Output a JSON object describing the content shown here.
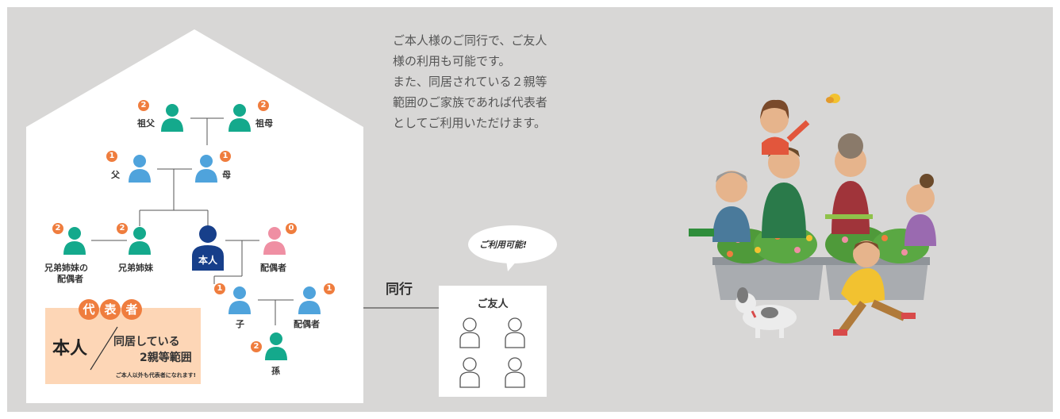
{
  "description": {
    "lines": [
      "ご本人様のご同行で、ご友人",
      "様の利用も可能です。",
      "また、同居されている２親等",
      "範囲のご家族であれば代表者",
      "としてご利用いただけます。"
    ]
  },
  "family": {
    "grandfather": {
      "label": "祖父",
      "degree": "2"
    },
    "grandmother": {
      "label": "祖母",
      "degree": "2"
    },
    "father": {
      "label": "父",
      "degree": "1"
    },
    "mother": {
      "label": "母",
      "degree": "1"
    },
    "sibling_spouse": {
      "label_line1": "兄弟姉妹の",
      "label_line2": "配偶者",
      "degree": "2"
    },
    "sibling": {
      "label": "兄弟姉妹",
      "degree": "2"
    },
    "self": {
      "label": "本人"
    },
    "spouse": {
      "label": "配偶者",
      "degree": "0"
    },
    "child": {
      "label": "子",
      "degree": "1"
    },
    "child_spouse": {
      "label": "配偶者",
      "degree": "1"
    },
    "grandchild": {
      "label": "孫",
      "degree": "2"
    }
  },
  "representative": {
    "title_chars": [
      "代",
      "表",
      "者"
    ],
    "main": "本人",
    "sub_line1": "同居している",
    "sub_line2": "2親等範囲",
    "note": "ご本人以外も代表者になれます!"
  },
  "companion_label": "同行",
  "friend": {
    "bubble": "ご利用可能!",
    "title": "ご友人"
  },
  "colors": {
    "background": "#d8d7d6",
    "house": "#ffffff",
    "teal": "#14a98c",
    "blue": "#4fa3dc",
    "navy": "#173f8a",
    "pink": "#ef8fa3",
    "orange": "#ef7d3e",
    "rep_box": "#fdd6b6"
  }
}
